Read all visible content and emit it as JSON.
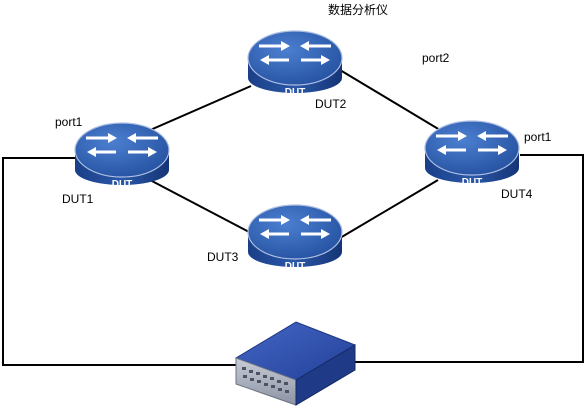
{
  "analyzer": {
    "label": "数据分析仪"
  },
  "routers": [
    {
      "id": "dut1",
      "name": "DUT1",
      "badge": "DUT"
    },
    {
      "id": "dut2",
      "name": "DUT2",
      "badge": "DUT"
    },
    {
      "id": "dut3",
      "name": "DUT3",
      "badge": "DUT"
    },
    {
      "id": "dut4",
      "name": "DUT4",
      "badge": "DUT"
    }
  ],
  "ports": {
    "dut1_port": "port1",
    "dut2_port": "port2",
    "dut4_port": "port1"
  },
  "colors": {
    "router_top": "#2f5fb0",
    "router_side": "#1a3f88",
    "router_rim": "#9fb7e0",
    "link": "#000000",
    "analyzer_body": "#2a48a6"
  },
  "icons": {
    "router": "router-icon",
    "analyzer": "traffic-analyzer-icon"
  }
}
